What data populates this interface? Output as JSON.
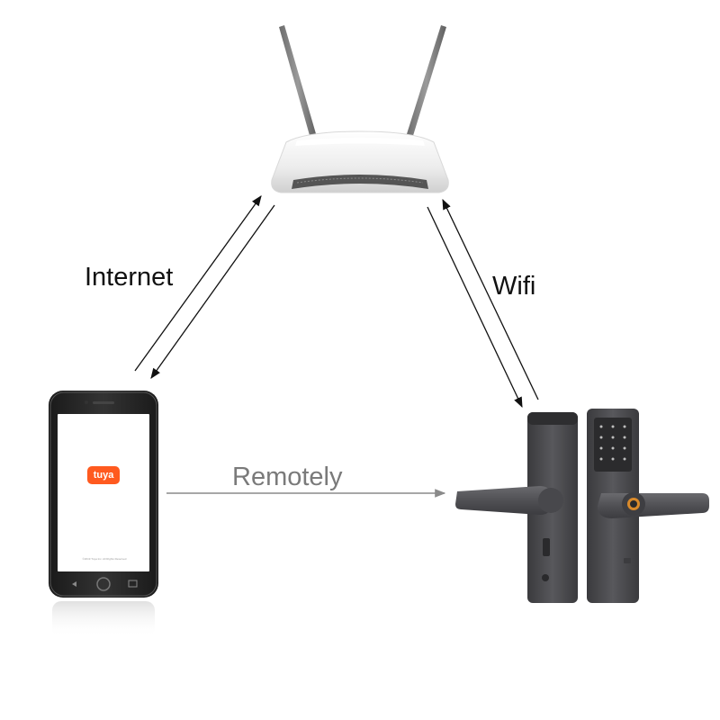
{
  "labels": {
    "internet": "Internet",
    "wifi": "Wifi",
    "remotely": "Remotely"
  },
  "phone": {
    "app_logo_text": "tuya",
    "footnote": "©2019 Tuya Inc. All Rights Reserved"
  },
  "colors": {
    "arrow_dark": "#111111",
    "arrow_gray": "#8a8a8a",
    "remotely_text": "#7a7a7a",
    "brand_orange": "#ff5a1f",
    "lock_body": "#4a4a4d",
    "router_body": "#f2f2f2"
  },
  "icons": {
    "router": "wifi-router-icon",
    "phone": "smartphone-icon",
    "lock": "smart-door-lock-icon"
  }
}
